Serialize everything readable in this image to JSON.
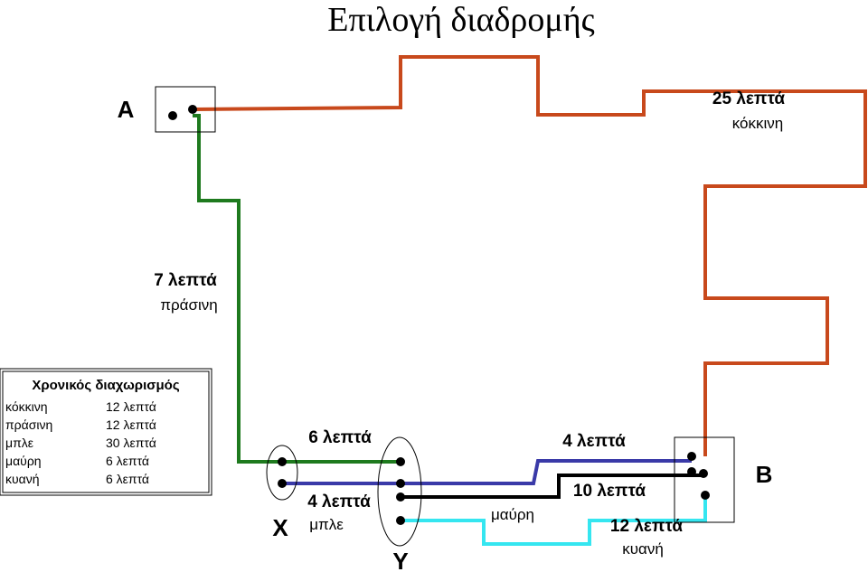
{
  "title": "Επιλογή διαδρομής",
  "points": {
    "a": "A",
    "b": "B",
    "x": "X",
    "y": "Y"
  },
  "colors": {
    "red": "#c8491c",
    "green": "#1e7a1e",
    "blue": "#3a3aa8",
    "black": "#000000",
    "cyan": "#35e6f0"
  },
  "routes": {
    "red": {
      "time": "25 λεπτά",
      "name": "κόκκινη"
    },
    "green": {
      "time": "7 λεπτά",
      "name": "πράσινη"
    },
    "x_to_y": {
      "time": "6 λεπτά"
    },
    "blue": {
      "time": "4 λεπτά",
      "name": "μπλε"
    },
    "black": {
      "name": "μαύρη"
    },
    "top_right": {
      "time": "4 λεπτά"
    },
    "mid_right": {
      "time": "10 λεπτά"
    },
    "cyan": {
      "time": "12 λεπτά",
      "name": "κυανή"
    }
  },
  "legend": {
    "title": "Χρονικός διαχωρισμός",
    "rows": [
      {
        "color": "κόκκινη",
        "time": "12 λεπτά"
      },
      {
        "color": "πράσινη",
        "time": "12 λεπτά"
      },
      {
        "color": "μπλε",
        "time": "30 λεπτά"
      },
      {
        "color": "μαύρη",
        "time": "6 λεπτά"
      },
      {
        "color": "κυανή",
        "time": "6 λεπτά"
      }
    ]
  }
}
